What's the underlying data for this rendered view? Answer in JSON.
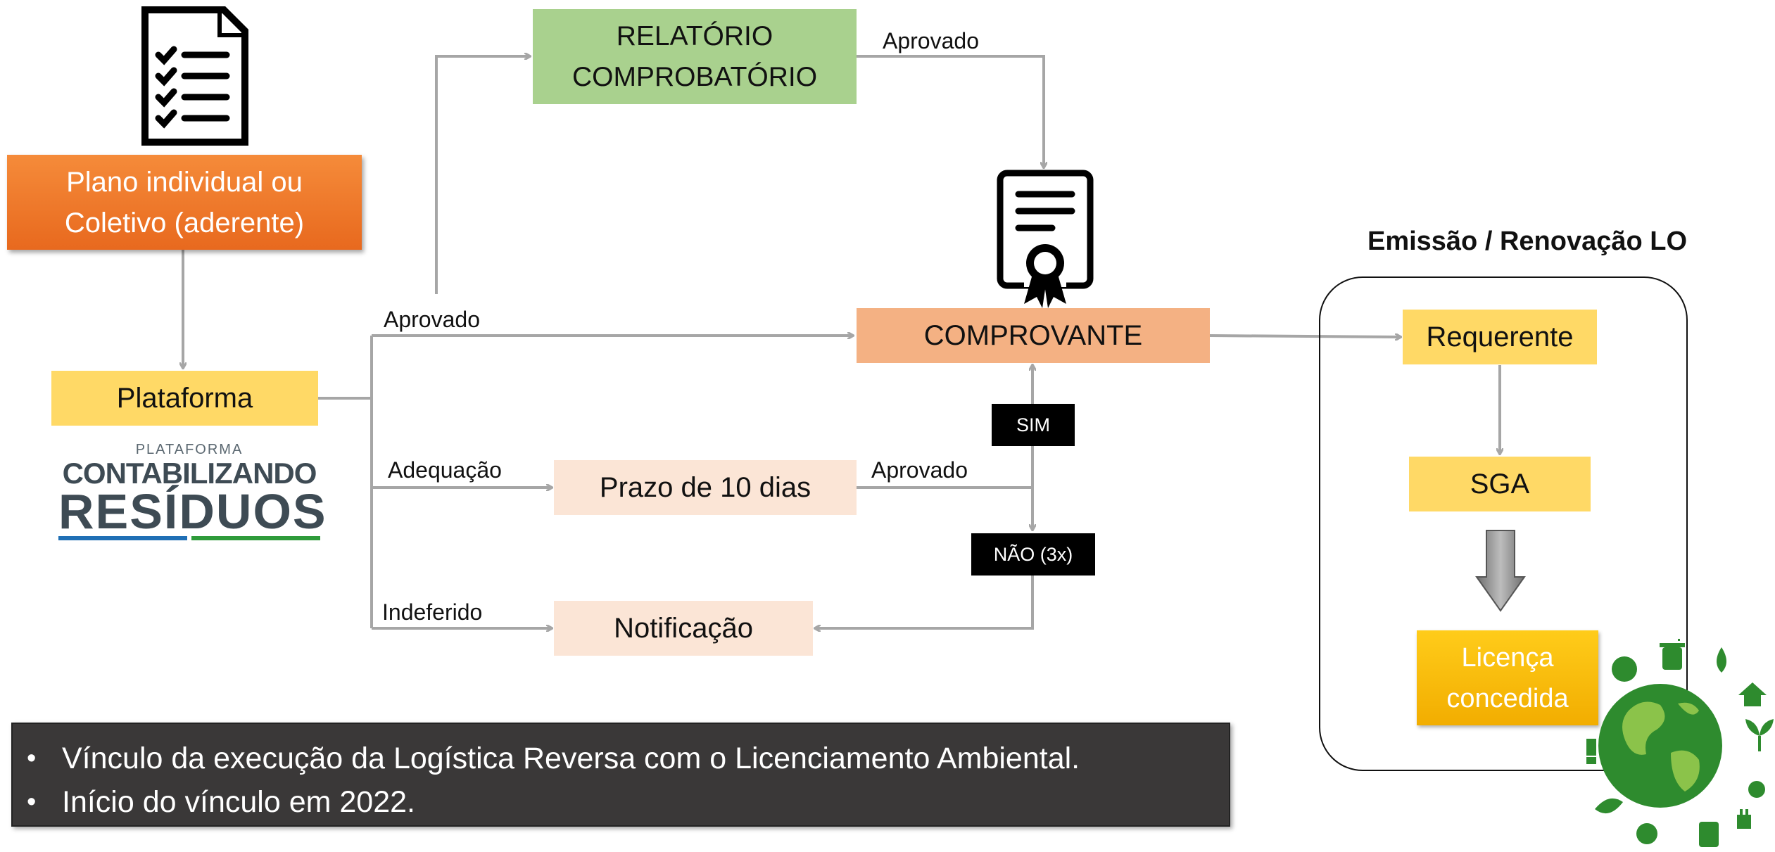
{
  "boxes": {
    "plano": "Plano individual ou Coletivo (aderente)",
    "plataforma": "Plataforma",
    "relatorio": "RELATÓRIO COMPROBATÓRIO",
    "comprovante": "COMPROVANTE",
    "prazo": "Prazo de 10 dias",
    "notificacao": "Notificação",
    "requerente": "Requerente",
    "sga": "SGA",
    "licenca": "Licença concedida"
  },
  "edge_labels": {
    "aprovado_top": "Aprovado",
    "aprovado_mid": "Aprovado",
    "adequacao": "Adequação",
    "indeferido": "Indeferido",
    "aprovado_prazo": "Aprovado",
    "sim": "SIM",
    "nao": "NÃO (3x)"
  },
  "lo_title": "Emissão / Renovação LO",
  "logo": {
    "small": "PLATAFORMA",
    "line1": "CONTABILIZANDO",
    "line2": "RESÍDUOS"
  },
  "bullets": [
    "Vínculo da execução da Logística Reversa com o Licenciamento Ambiental.",
    "Início do vínculo em 2022."
  ],
  "colors": {
    "orange": "#e8691e",
    "yellow": "#ffd966",
    "green": "#a9d18e",
    "salmon": "#f4b183",
    "peach": "#fbe5d6",
    "gold": "#f2ad00",
    "panel": "#3a3838",
    "earth_green": "#2e8b2e",
    "logo_blue": "#1f6fb5",
    "logo_green": "#2e9b3a"
  },
  "icons": [
    "checklist-icon",
    "certificate-icon",
    "down-arrow-icon",
    "eco-globe-icon"
  ]
}
